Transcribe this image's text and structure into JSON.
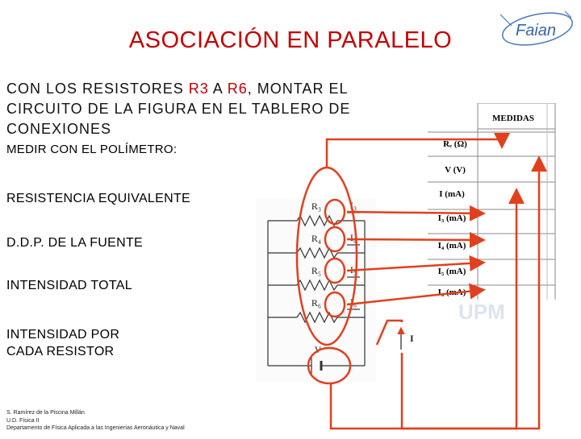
{
  "slide": {
    "title": "ASOCIACIÓN EN PARALELO",
    "intro": {
      "part1": "CON LOS RESISTORES ",
      "r3": "R3",
      "part2": " A ",
      "r6": "R6",
      "part3": ", MONTAR EL CIRCUITO DE LA FIGURA EN EL TABLERO DE CONEXIONES"
    },
    "measure_heading": "MEDIR CON EL POLÍMETRO:",
    "items": [
      "RESISTENCIA EQUIVALENTE",
      "D.D.P. DE LA FUENTE",
      "INTENSIDAD TOTAL",
      "INTENSIDAD POR CADA RESISTOR"
    ],
    "footer": [
      "S. Ramírez de la Piscina Millán",
      "U.D. Física II",
      "Departamento de Física Aplicada a las Ingenierías Aeronáutica y Naval"
    ],
    "logo_text": "Faian",
    "watermark": "UPM"
  },
  "table": {
    "header": "MEDIDAS",
    "rows": [
      "Rₑ (Ω)",
      "V (V)",
      "I (mA)",
      "I₃ (mA)",
      "I₄ (mA)",
      "I₅ (mA)",
      "I₆ (mA)"
    ]
  },
  "circuit": {
    "resistors": [
      "R₃",
      "R₄",
      "R₅",
      "R₆"
    ],
    "currents": [
      "I₃",
      "I₄",
      "I₅",
      "I₆"
    ],
    "source_label": "V",
    "total_current": "I"
  },
  "colors": {
    "title": "#c00000",
    "arrows": "#e0401e",
    "table_border": "#888888"
  }
}
